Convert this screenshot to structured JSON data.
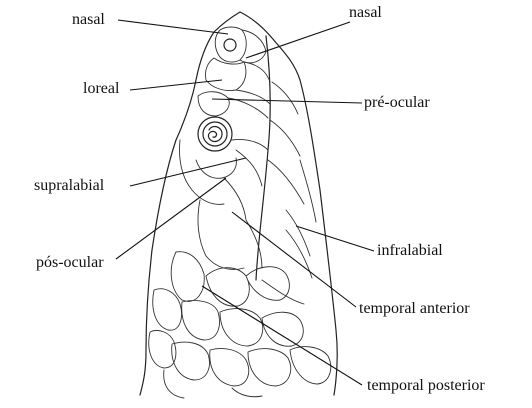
{
  "labels": {
    "nasal_left": "nasal",
    "nasal_right": "nasal",
    "loreal": "loreal",
    "pre_ocular": "pré-ocular",
    "supralabial": "supralabial",
    "pos_ocular": "pós-ocular",
    "infralabial": "infralabial",
    "temporal_anterior": "temporal anterior",
    "temporal_posterior": "temporal posterior"
  }
}
